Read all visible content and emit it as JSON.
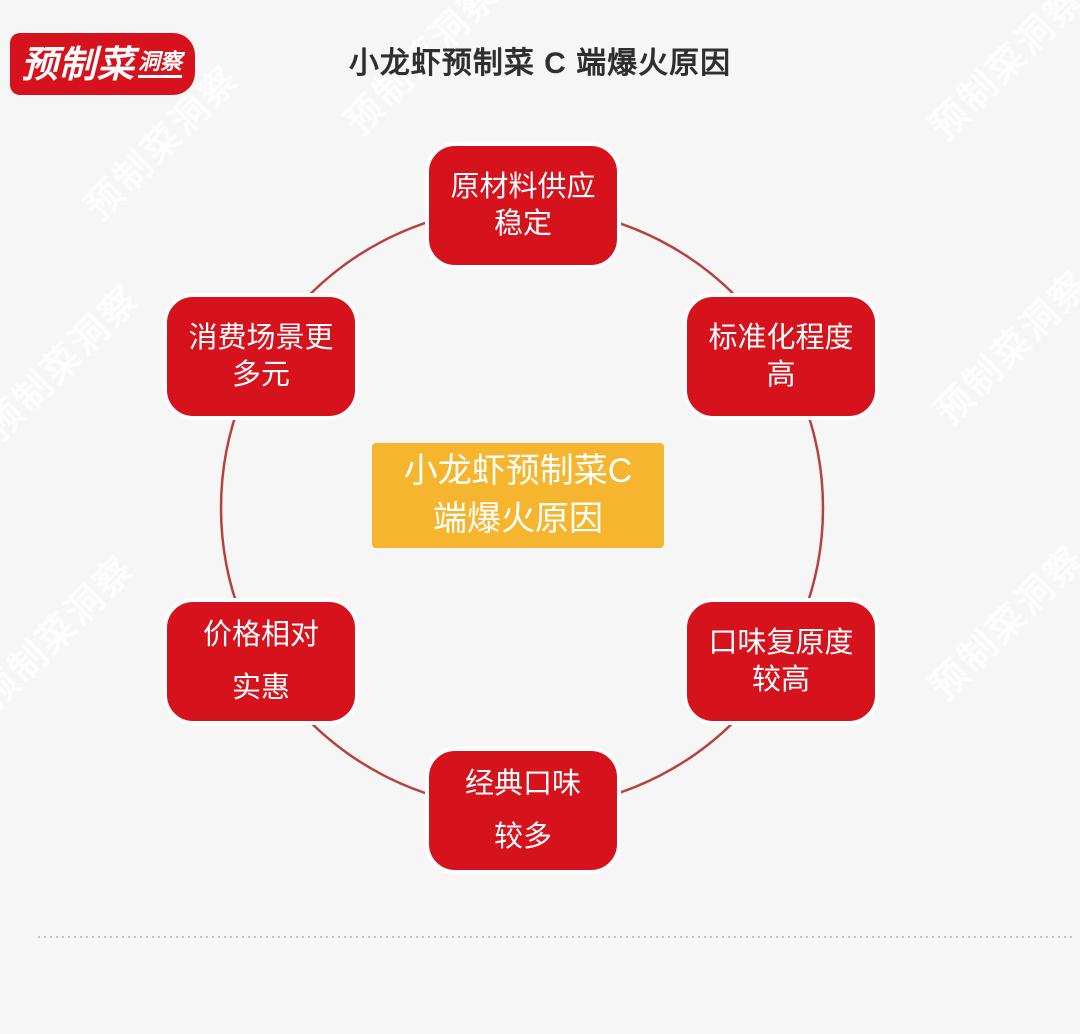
{
  "logo": {
    "part1": "预制菜",
    "part2": "洞察"
  },
  "title": "小龙虾预制菜 C 端爆火原因",
  "watermark": {
    "text": "预制菜洞察"
  },
  "center": {
    "line1": "小龙虾预制菜C",
    "line2": "端爆火原因"
  },
  "nodes": [
    {
      "id": "raw-material",
      "position": "top",
      "line1": "原材料供应",
      "line2": "稳定"
    },
    {
      "id": "standardization",
      "position": "top-right",
      "line1": "标准化程度",
      "line2": "高"
    },
    {
      "id": "taste-restore",
      "position": "bottom-right",
      "line1": "口味复原度",
      "line2": "较高"
    },
    {
      "id": "classic-flavors",
      "position": "bottom",
      "line1": "经典口味",
      "line2": "较多"
    },
    {
      "id": "price",
      "position": "bottom-left",
      "line1": "价格相对",
      "line2": "实惠"
    },
    {
      "id": "scenes",
      "position": "top-left",
      "line1": "消费场景更",
      "line2": "多元"
    }
  ],
  "colors": {
    "node_red": "#d6121d",
    "ring_red": "#b8403d",
    "center_yellow": "#f5b52e",
    "background": "#f6f6f6",
    "title_text": "#2f2f2f"
  }
}
